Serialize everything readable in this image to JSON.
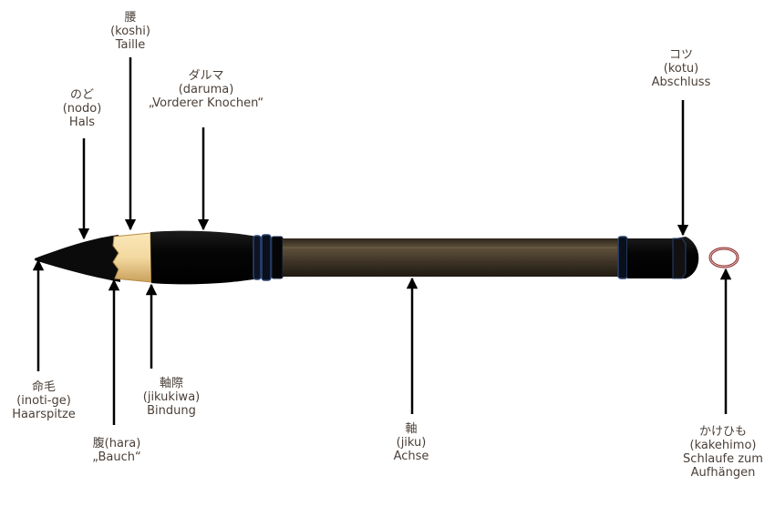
{
  "labels": {
    "koshi": {
      "jp": "腰",
      "romaji": "(koshi)",
      "de": "Taille"
    },
    "nodo": {
      "jp": "のど",
      "romaji": "(nodo)",
      "de": "Hals"
    },
    "daruma": {
      "jp": "ダルマ",
      "romaji": "(daruma)",
      "de": "„Vorderer Knochen“"
    },
    "kotu": {
      "jp": "コツ",
      "romaji": "(kotu)",
      "de": "Abschluss"
    },
    "inotige": {
      "jp": "命毛",
      "romaji": "(inoti-ge)",
      "de": "Haarspitze"
    },
    "hara": {
      "line1": "腹(hara)",
      "line2": "„Bauch“"
    },
    "jikukiwa": {
      "jp": "軸際",
      "romaji": "(jikukiwa)",
      "de": "Bindung"
    },
    "jiku": {
      "jp": "軸",
      "romaji": "(jiku)",
      "de": "Achse"
    },
    "kakehimo": {
      "jp": "かけひも",
      "romaji": "(kakehimo)",
      "de": "Schlaufe zum",
      "de2": "Aufhängen"
    }
  },
  "colors": {
    "text": "#4a3f37",
    "arrow": "#000000",
    "brush_black": "#0d0d0d",
    "ferrule_gold": "#f3d9a0",
    "shaft_brown": "#4b3f2c",
    "ring_blue": "#1c2d4f",
    "loop_red": "#8a2a2a"
  }
}
